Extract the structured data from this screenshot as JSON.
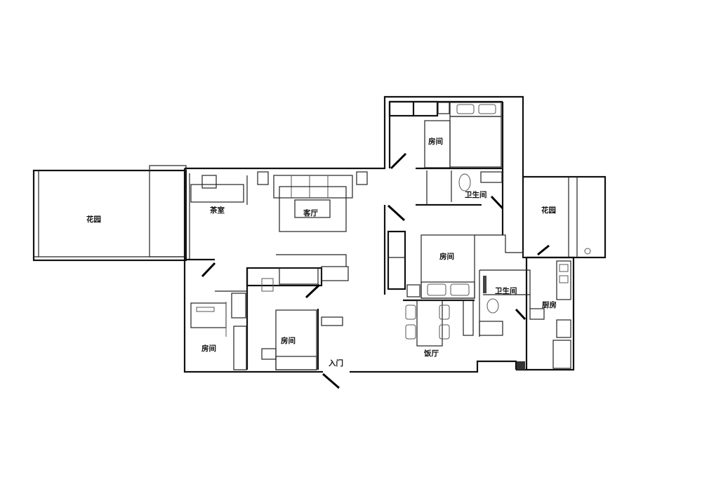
{
  "floor_plan": {
    "rooms": {
      "garden_left": "花园",
      "tea_room": "茶室",
      "living_room": "客厅",
      "bedroom_top": "房间",
      "bathroom_top": "卫生间",
      "garden_right": "花园",
      "bedroom_middle": "房间",
      "bathroom_middle": "卫生间",
      "kitchen": "厨房",
      "dining_room": "饭厅",
      "bedroom_bottom_left": "房间",
      "bedroom_bottom": "房间",
      "entrance": "入门"
    }
  }
}
